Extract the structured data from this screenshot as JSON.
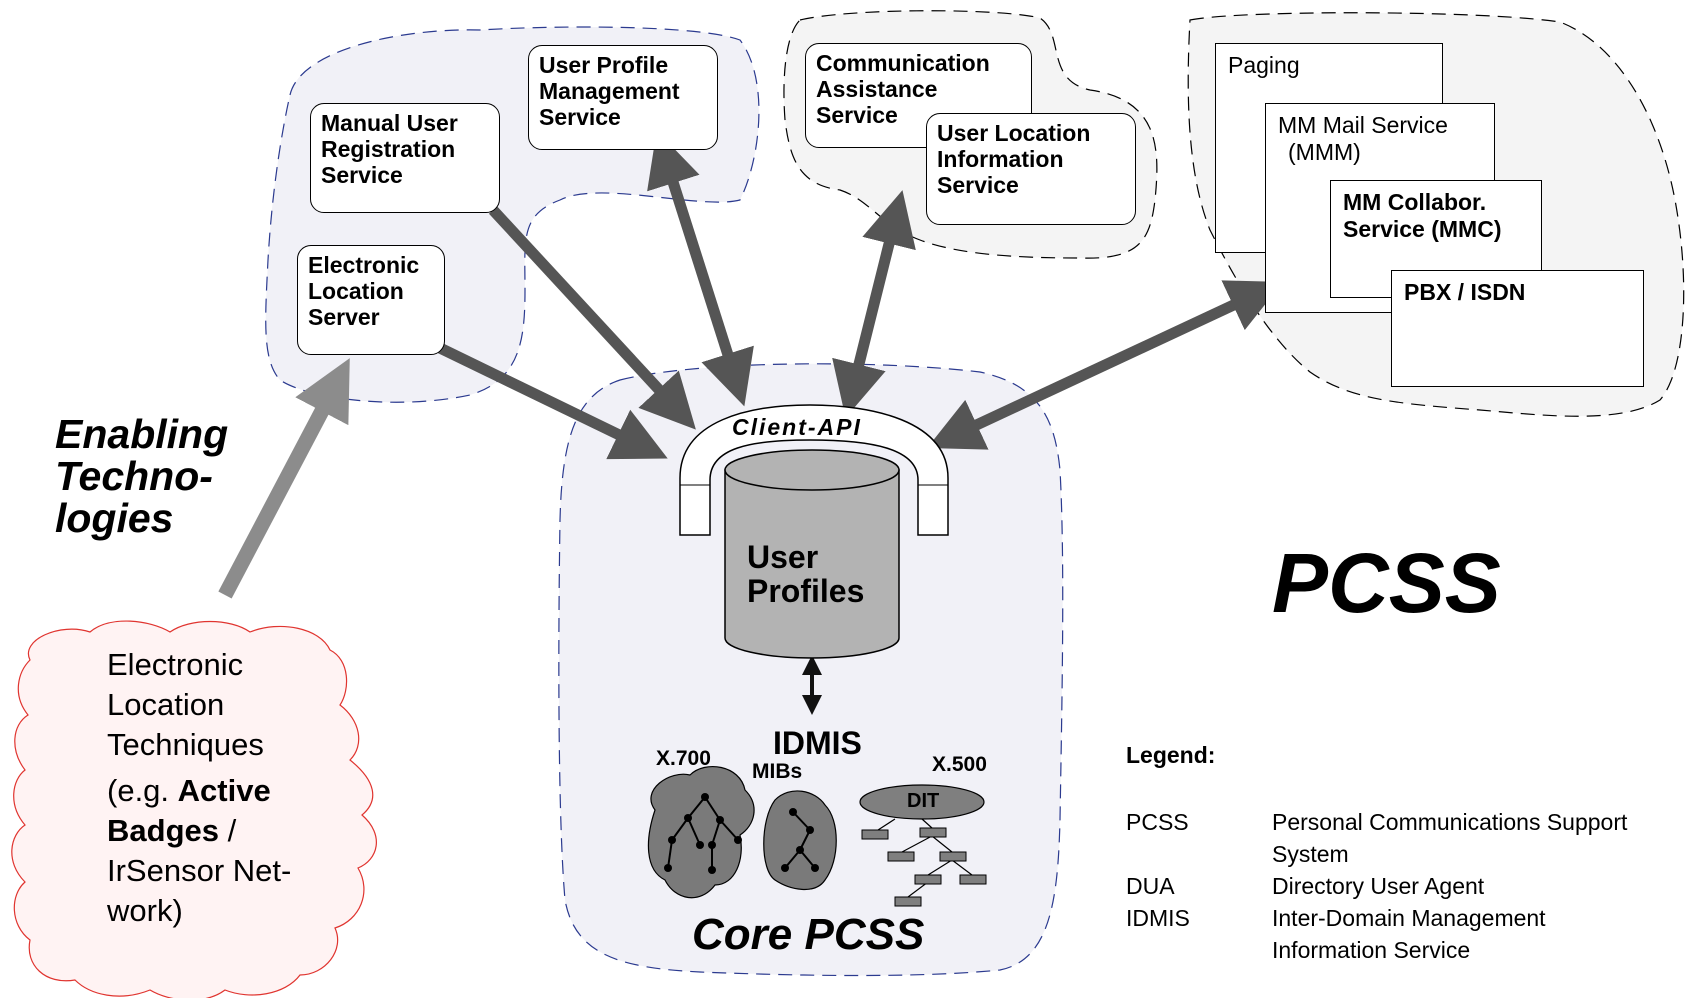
{
  "groups": {
    "profile_services": {
      "manual_registration": "Manual User Registration Service",
      "profile_management": "User Profile Management Service",
      "electronic_location_server": "Electronic Location Server"
    },
    "info_services": {
      "communication_assistance": "Communication Assistance Service",
      "user_location_info": "User Location Information Service"
    },
    "comm_services": {
      "paging": "Paging",
      "mm_mail_line1": "MM Mail  Service",
      "mm_mail_line2": "(MMM)",
      "mm_collab_line1": "MM Collabor.",
      "mm_collab_line2": "Service  (MMC)",
      "pbx": "PBX  /  ISDN"
    }
  },
  "core": {
    "client_api": "Client-API",
    "user_profiles_line1": "User",
    "user_profiles_line2": "Profiles",
    "idmis": "IDMIS",
    "mibs": "MIBs",
    "x700": "X.700",
    "x500": "X.500",
    "dit": "DIT",
    "title": "Core PCSS"
  },
  "enabling": {
    "line1": "Enabling",
    "line2": "Techno-",
    "line3": "logies"
  },
  "techniques": {
    "line1": "Electronic",
    "line2": "Location",
    "line3": "Techniques",
    "line4_pre": "(e.g. ",
    "line4_bold": "Active",
    "line5_bold": "Badges",
    "line5_post": " /",
    "line6": "IrSensor Net-",
    "line7": "work)"
  },
  "pcss_title": "PCSS",
  "legend": {
    "heading": "Legend:",
    "entries": [
      {
        "abbr": "PCSS",
        "line1": "Personal Communications Support",
        "line2": "System"
      },
      {
        "abbr": "DUA",
        "line1": "Directory User Agent",
        "line2": ""
      },
      {
        "abbr": "IDMIS",
        "line1": "Inter-Domain Management",
        "line2": "Information Service"
      }
    ]
  },
  "colors": {
    "arrow_dark": "#555555",
    "arrow_light": "#8c8c8c",
    "region_fill": "#f1f1f7",
    "region_fill_grey": "#f4f4f4",
    "region_border_blue": "#2b3a8f",
    "cylinder": "#b3b3b3",
    "mib_blob": "#7a7a7a",
    "dit_box": "#7f7f7f",
    "cloud_border": "#e0342f",
    "cloud_fill": "#fff3f3"
  }
}
